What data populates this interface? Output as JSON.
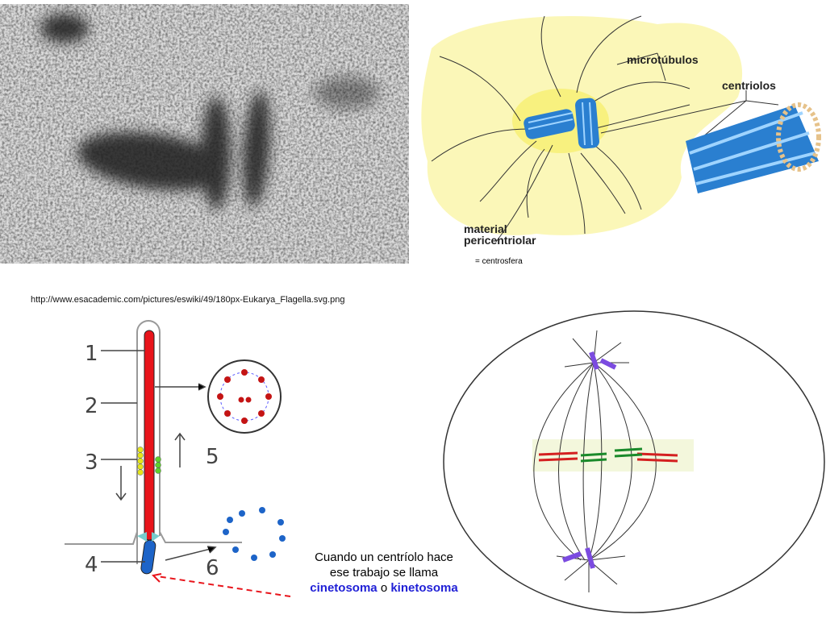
{
  "micrograph": {
    "description_icon": "electron-micrograph-centrioles"
  },
  "centrosome_diagram": {
    "labels": {
      "microtubules": "microtúbulos",
      "centrioles": "centriolos",
      "pericentriolar_1": "material",
      "pericentriolar_2": "pericentriolar",
      "centrosphere": "= centrosfera"
    },
    "colors": {
      "background": "#fbf7b8",
      "centriole": "#2a7fd0"
    }
  },
  "source_url": "http://www.esacademic.com/pictures/eswiki/49/180px-Eukarya_Flagella.svg.png",
  "flagellum_diagram": {
    "numbers": [
      "1",
      "2",
      "3",
      "4",
      "5",
      "6"
    ],
    "colors": {
      "axoneme": "#e8141b",
      "basal_body": "#1d64c8",
      "transport": "#e5e51a",
      "transport_return": "#5fcf2c"
    }
  },
  "caption": {
    "line1": "Cuando un centríolo hace",
    "line2": "ese trabajo se llama",
    "term1": "cinetosoma",
    "connector": "o",
    "term2": "kinetosoma",
    "term_color": "#1f1fd6"
  },
  "spindle_diagram": {
    "colors": {
      "centriole": "#7b4be0",
      "chromosome_red": "#d42020",
      "chromosome_green": "#1a8a2a"
    }
  }
}
